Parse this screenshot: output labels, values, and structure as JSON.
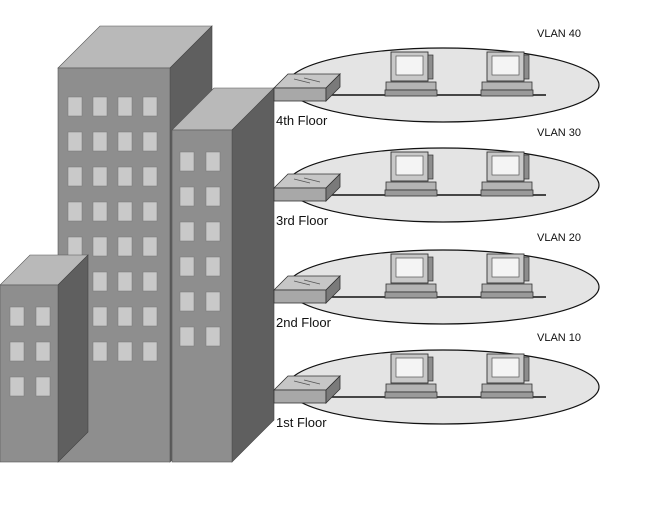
{
  "floors": [
    {
      "vlan": "VLAN 40",
      "floor": "4th Floor"
    },
    {
      "vlan": "VLAN 30",
      "floor": "3rd Floor"
    },
    {
      "vlan": "VLAN 20",
      "floor": "2nd Floor"
    },
    {
      "vlan": "VLAN 10",
      "floor": "1st Floor"
    }
  ],
  "colors": {
    "building_front": "#8e8e8e",
    "building_side": "#5f5f5f",
    "building_top": "#b9b9b9",
    "window": "#c9c9c9",
    "vlan_fill": "#e4e4e4",
    "switch": "#a8a8a8",
    "pc": "#c8c8c8"
  }
}
